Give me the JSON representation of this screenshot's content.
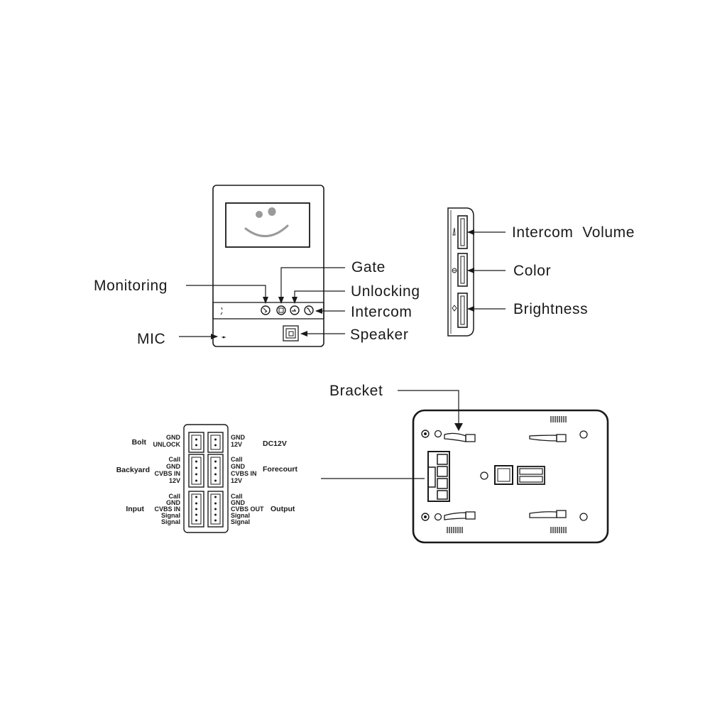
{
  "front_panel": {
    "labels": {
      "monitoring": "Monitoring",
      "gate": "Gate",
      "unlocking": "Unlocking",
      "intercom": "Intercom",
      "mic": "MIC",
      "speaker": "Speaker"
    },
    "icons": [
      "smiley-face-icon",
      "monitoring-button-icon",
      "gate-button-icon",
      "unlocking-button-icon",
      "intercom-button-icon",
      "mic-hole-icon",
      "speaker-grille-icon"
    ]
  },
  "side_panel": {
    "labels": {
      "intercom_volume": "Intercom  Volume",
      "color": "Color",
      "brightness": "Brightness"
    },
    "icons": [
      "volume-icon",
      "color-icon",
      "brightness-icon"
    ]
  },
  "terminals": {
    "left_groups": {
      "bolt": "Bolt",
      "backyard": "Backyard",
      "input": "Input"
    },
    "right_groups": {
      "dc12v": "DC12V",
      "forecourt": "Forecourt",
      "output": "Output"
    },
    "left_pins": [
      [
        "GND",
        "UNLOCK"
      ],
      [
        "Call",
        "GND",
        "CVBS IN",
        "12V"
      ],
      [
        "Call",
        "GND",
        "CVBS IN",
        "Signal",
        "Signal"
      ]
    ],
    "right_pins": [
      [
        "GND",
        "12V"
      ],
      [
        "Call",
        "GND",
        "CVBS IN",
        "12V"
      ],
      [
        "Call",
        "GND",
        "CVBS OUT",
        "Signal",
        "Signal"
      ]
    ]
  },
  "back_plate": {
    "labels": {
      "bracket": "Bracket"
    },
    "icons": [
      "arrow-down-icon"
    ]
  }
}
